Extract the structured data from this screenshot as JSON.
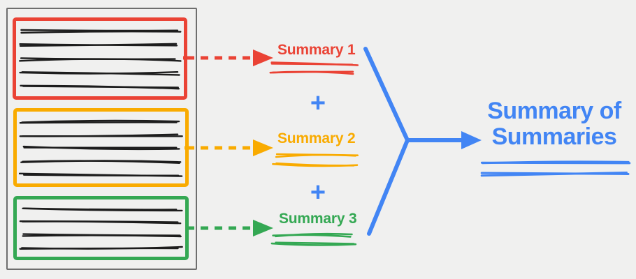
{
  "background_color": "#f0f0ef",
  "scribble_color": "#1d1d1d",
  "document": {
    "border_color": "#6e6e6e",
    "chunks": [
      {
        "id": "chunk-1",
        "color": "#EA4335",
        "text_lines": 5
      },
      {
        "id": "chunk-2",
        "color": "#F9AB00",
        "text_lines": 5
      },
      {
        "id": "chunk-3",
        "color": "#34A853",
        "text_lines": 4
      }
    ]
  },
  "summaries": [
    {
      "label": "Summary 1",
      "color": "#EA4335"
    },
    {
      "label": "Summary 2",
      "color": "#F9AB00"
    },
    {
      "label": "Summary 3",
      "color": "#34A853"
    }
  ],
  "plus": [
    "+",
    "+"
  ],
  "result": {
    "line1": "Summary of",
    "line2": "Summaries",
    "color": "#4285F4"
  }
}
